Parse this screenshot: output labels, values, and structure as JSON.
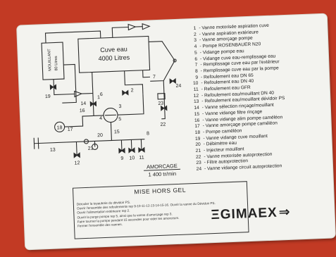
{
  "tank": {
    "line1": "Cuve eau",
    "line2": "4000 Litres"
  },
  "foam_tank": {
    "label": "MOUILLANT",
    "capacity": "80 Litres"
  },
  "legend": [
    {
      "num": "1",
      "text": "Vanne motorisée aspiration cuve"
    },
    {
      "num": "2",
      "text": "Vanne aspiration extérieure"
    },
    {
      "num": "3",
      "text": "Vanne amorçage pompe"
    },
    {
      "num": "4",
      "text": "Pompe ROSENBAUER N20"
    },
    {
      "num": "5",
      "text": "Vidange pompe eau"
    },
    {
      "num": "6",
      "text": "Vidange cuve eau-remplissage eau"
    },
    {
      "num": "7",
      "text": "Remplissage cuve eau par l'extérieur"
    },
    {
      "num": "8",
      "text": "Remplissage cuve eau par la pompe"
    },
    {
      "num": "9",
      "text": "Refoulement eau DN 65"
    },
    {
      "num": "10",
      "text": "Refoulement eau DN 40"
    },
    {
      "num": "11",
      "text": "Refoulement eau GFR"
    },
    {
      "num": "12",
      "text": "Refoulement eau/mouillant DN 40"
    },
    {
      "num": "13",
      "text": "Refoulement eau/mouillant dévidoir PS"
    },
    {
      "num": "14",
      "text": "Vanne sélection rinçage/mouillant"
    },
    {
      "num": "15",
      "text": "Vanne vidange filtre rinçage"
    },
    {
      "num": "16",
      "text": "Vanne vidange alim pompe caméléon"
    },
    {
      "num": "17",
      "text": "Vanne amorçage pompe caméléon"
    },
    {
      "num": "18",
      "text": "Pompe caméléon"
    },
    {
      "num": "19",
      "text": "Vanne vidange cuve mouillant"
    },
    {
      "num": "20",
      "text": "Débimètre eau"
    },
    {
      "num": "21",
      "text": "Injecteur mouillant"
    },
    {
      "num": "22",
      "text": "Vanne motorisée autoprotection"
    },
    {
      "num": "23",
      "text": "Filtre autoprotection"
    },
    {
      "num": "24",
      "text": "Vanne vidange circuit autoprotection"
    }
  ],
  "amorcage": {
    "title": "AMORCAGE",
    "value": "1 400 tr/min"
  },
  "mise_hors_gel": {
    "title": "MISE HORS GEL",
    "lines": [
      "Dérouler la tuyauterie du dévidoir PS.",
      "Ouvrir l'ensemble des refoulements rep 9-10-11-12-13-14-15-16. Ouvrir la vanne du Dévidoir PS.",
      "Ouvrir l'alimentation extérieure rep 2.",
      "Ouvrir la purge pompe rep 5, ainsi que la vanne d'amorçage rep 3.",
      "Faire tourner la pompe pendant 15 secondes pour vider les amorceurs.",
      "Fermer l'ensemble des vannes."
    ]
  },
  "brand": {
    "name": "GIMAEX",
    "mark": "Ξ",
    "arrow": "⇒"
  },
  "diagram_labels": {
    "n1": "1",
    "n2": "2",
    "n3": "3",
    "n4": "4",
    "n5": "5",
    "n6": "6",
    "n7": "7",
    "n8": "8",
    "n9": "9",
    "n10": "10",
    "n11": "11",
    "n12": "12",
    "n13": "13",
    "n14": "14",
    "n15": "15",
    "n16": "16",
    "n17": "17",
    "n18": "18",
    "n19": "19",
    "n20": "20",
    "n21": "21",
    "n22": "22",
    "n23": "23",
    "n24": "24"
  }
}
